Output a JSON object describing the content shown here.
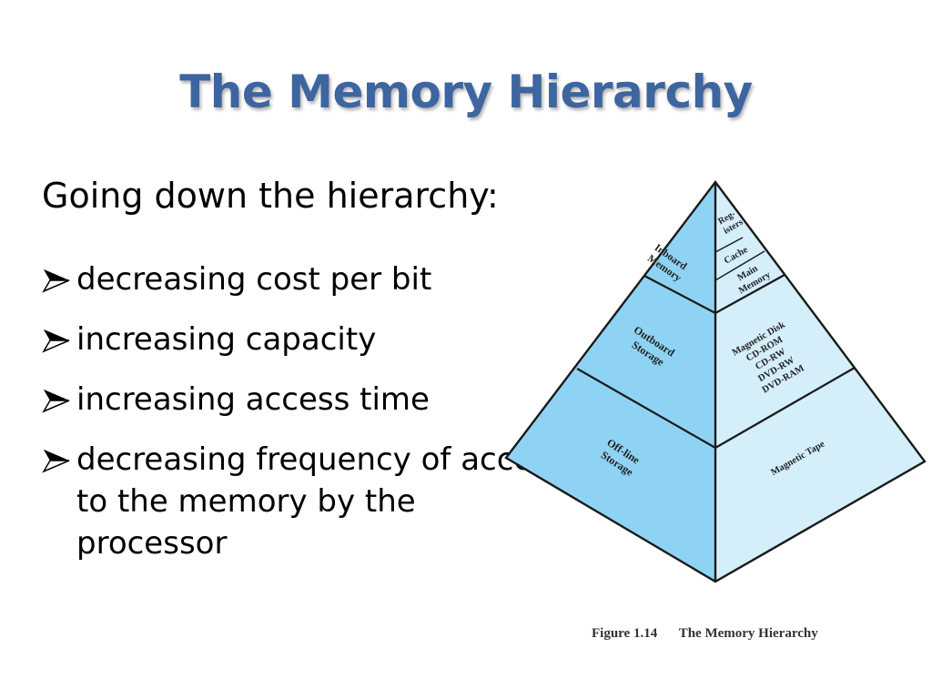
{
  "slide": {
    "title": "The Memory Hierarchy",
    "intro": "Going down the hierarchy:",
    "bullets": [
      "decreasing cost per bit",
      "increasing capacity",
      "increasing access time",
      "decreasing frequency of access to the memory by the processor"
    ]
  },
  "figure": {
    "caption_number": "Figure 1.14",
    "caption_title": "The Memory Hierarchy",
    "left_labels": {
      "inboard": [
        "Inboard",
        "Memory"
      ],
      "outboard": [
        "Outboard",
        "Storage"
      ],
      "offline": [
        "Off-line",
        "Storage"
      ]
    },
    "right_labels": {
      "registers": [
        "Reg-",
        "isters"
      ],
      "cache": [
        "Cache"
      ],
      "main_memory": [
        "Main",
        "Memory"
      ],
      "disk": [
        "Magnetic Disk",
        "CD-ROM",
        "CD-RW",
        "DVD-RW",
        "DVD-RAM"
      ],
      "tape": [
        "Magnetic Tape"
      ]
    },
    "colors": {
      "left_face": "#8fd3f4",
      "right_face": "#d4eefa",
      "outline": "#1a1a1a"
    }
  }
}
